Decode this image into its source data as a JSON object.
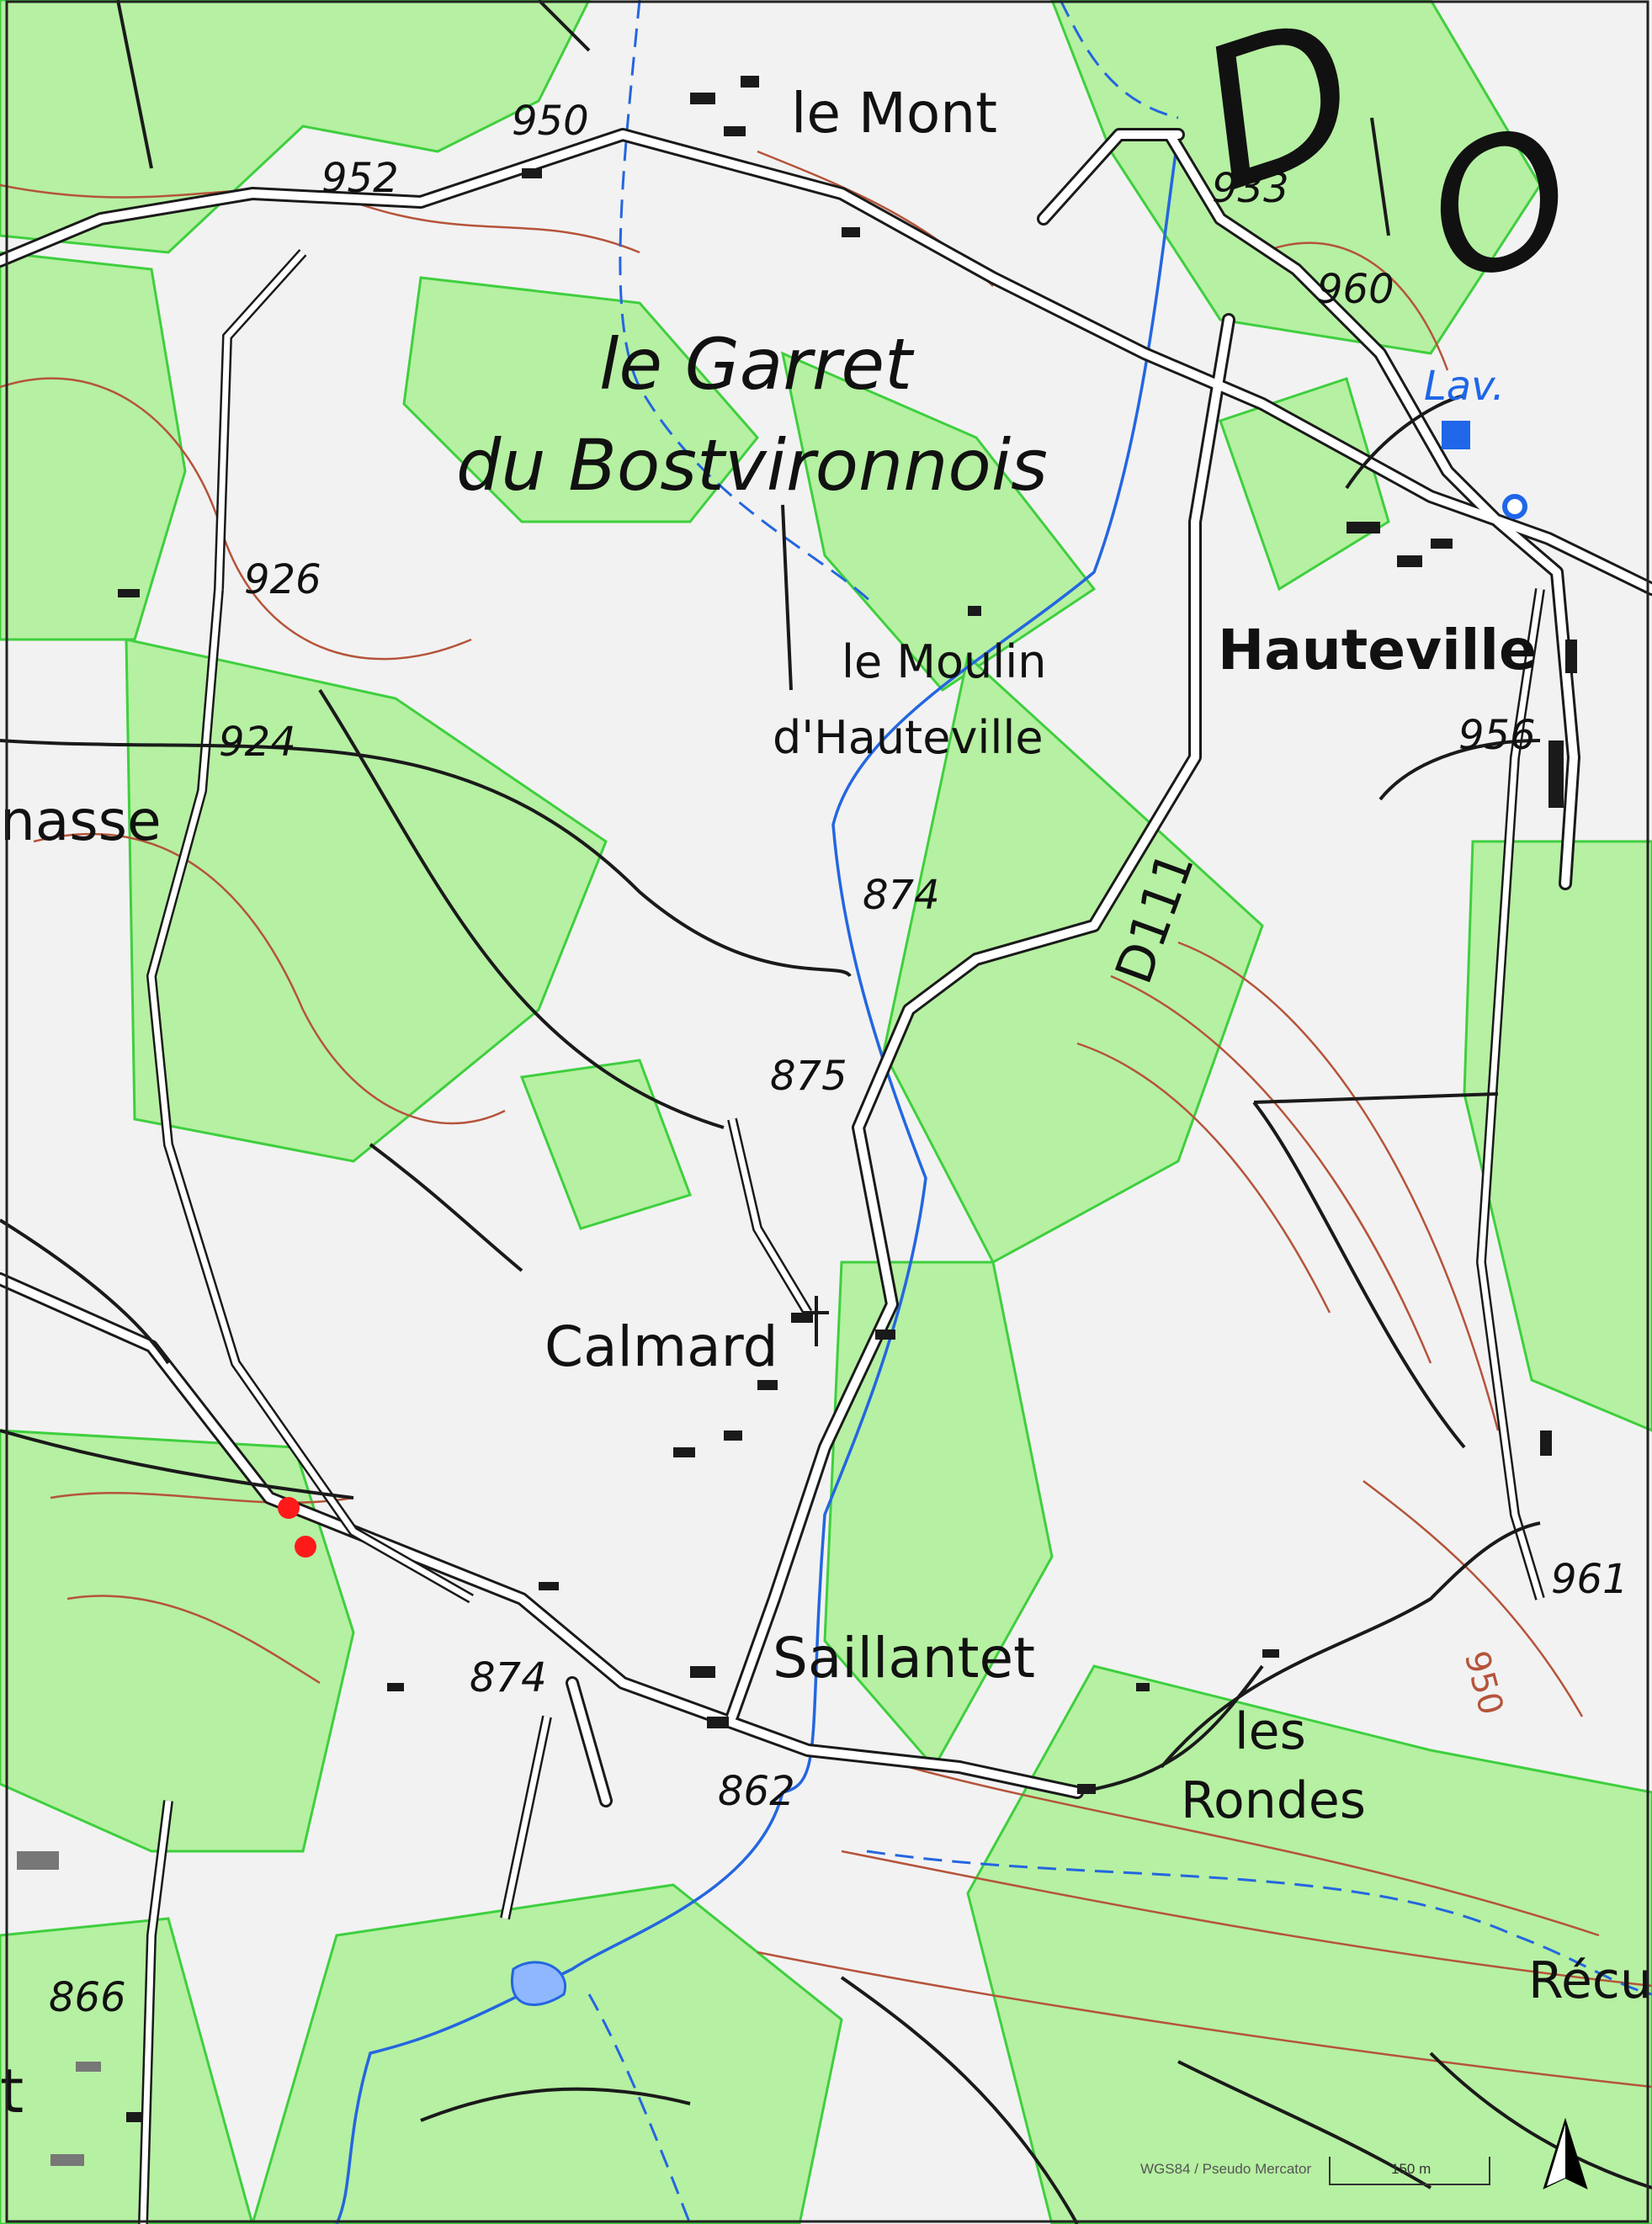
{
  "map": {
    "places": {
      "le_mont": "le Mont",
      "garret_1": "le Garret",
      "garret_2": "du Bostvironnois",
      "moulin_1": "le Moulin",
      "moulin_2": "d'Hauteville",
      "hauteville": "Hauteville",
      "nasse": "nasse",
      "calmard": "Calmard",
      "saillantet": "Saillantet",
      "rondes_1": "les",
      "rondes_2": "Rondes",
      "recuy": "Récuy",
      "lav": "Lav.",
      "edge_t": "t"
    },
    "big_letters": [
      "D",
      "O"
    ],
    "road_ref": "D111",
    "spot_heights": {
      "h950": "950",
      "h952": "952",
      "h933": "933",
      "h960": "960",
      "h926": "926",
      "h924": "924",
      "h956": "956",
      "h874a": "874",
      "h875": "875",
      "h961": "961",
      "h874b": "874",
      "h862": "862",
      "h866": "866"
    },
    "contour_label": "950",
    "footer": {
      "projection": "WGS84 / Pseudo Mercator",
      "scale": "150 m"
    },
    "colors": {
      "forest": "#b6f0a2",
      "forest_edge": "#3fcf3f",
      "contour": "#b5543a",
      "water": "#2466e0",
      "road": "#1a1a1a",
      "marker": "#ff1a1a"
    },
    "icons": [
      "north-arrow-icon",
      "lavoir-square-icon",
      "spring-circle-icon",
      "cross-icon",
      "red-dot-marker-icon",
      "pond-icon"
    ]
  }
}
